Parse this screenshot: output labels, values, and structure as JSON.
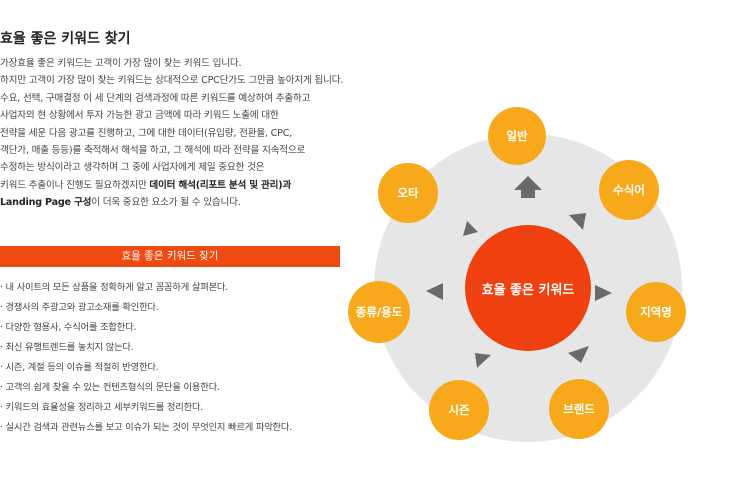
{
  "section_title": "효율 좋은 키워드 찾기",
  "intro_lines": [
    "가장효율 좋은 키워드는 고객이 가장 많이 찾는 키워드 입니다.",
    "하지만 고객이 가장 많이 찾는 키워드는 상대적으로 CPC단가도 그만큼 높아지게 됩니다.",
    "수요, 선택, 구매결정 이 세 단계의 검색과정에 따른 키워드를 예상하여 추출하고",
    "사업자의 현 상황에서 투자 가능한 광고 금액에 따라 키워드 노출에 대한",
    "전략을 세운 다음 광고를 진행하고, 그에 대한 데이터(유입량, 전환율, CPC,",
    "객단가, 매출 등등)를 축적해서 해석을 하고, 그 해석에 따라 전략을 지속적으로",
    "수정하는 방식이라고 생각하며 그 중에 사업자에게 제일 중요한 것은"
  ],
  "intro_line8": {
    "before": "키워드 추출이나 진행도 필요하겠지만 ",
    "bold": "데이터 해석(리포트 분석 및 관리)과"
  },
  "intro_line9": {
    "bold": "Landing Page 구성",
    "after": "이 더욱 중요한 요소가 될 수 있습니다."
  },
  "banner_label": "효율 좋은 키워드 찾기",
  "tips": [
    "내 사이트의 모든 상품을 정확하게 알고 꼼꼼하게 살펴본다.",
    "경쟁사의 주광고와 광고소재를 확인한다.",
    "다양한 형용사, 수식어를 조합한다.",
    "최신 유행트렌드를 놓치지 않는다.",
    "시즌, 계절 등의 이슈를 적절히 반영한다.",
    "고객의 쉽게 찾을 수 있는 컨텐츠형식의 문단을 이용한다.",
    "키워드의 효율성을 정리하고 세부키워드를 정리한다.",
    "실시간 검색과 관련뉴스를 보고 이슈가 되는 것이 무엇인지 빠르게 파악한다."
  ],
  "diagram": {
    "center_label": "효율 좋은 키워드",
    "nodes": {
      "general": "일반",
      "modifier": "수식어",
      "region": "지역명",
      "brand": "브랜드",
      "season": "시즌",
      "usage": "종류/용도",
      "typo": "오타"
    },
    "colors": {
      "outer_circle": "#e6e6e6",
      "node": "#f7a81b",
      "center": "#ef4010",
      "arrow": "#6a6a6a",
      "banner": "#ef4a12"
    }
  }
}
